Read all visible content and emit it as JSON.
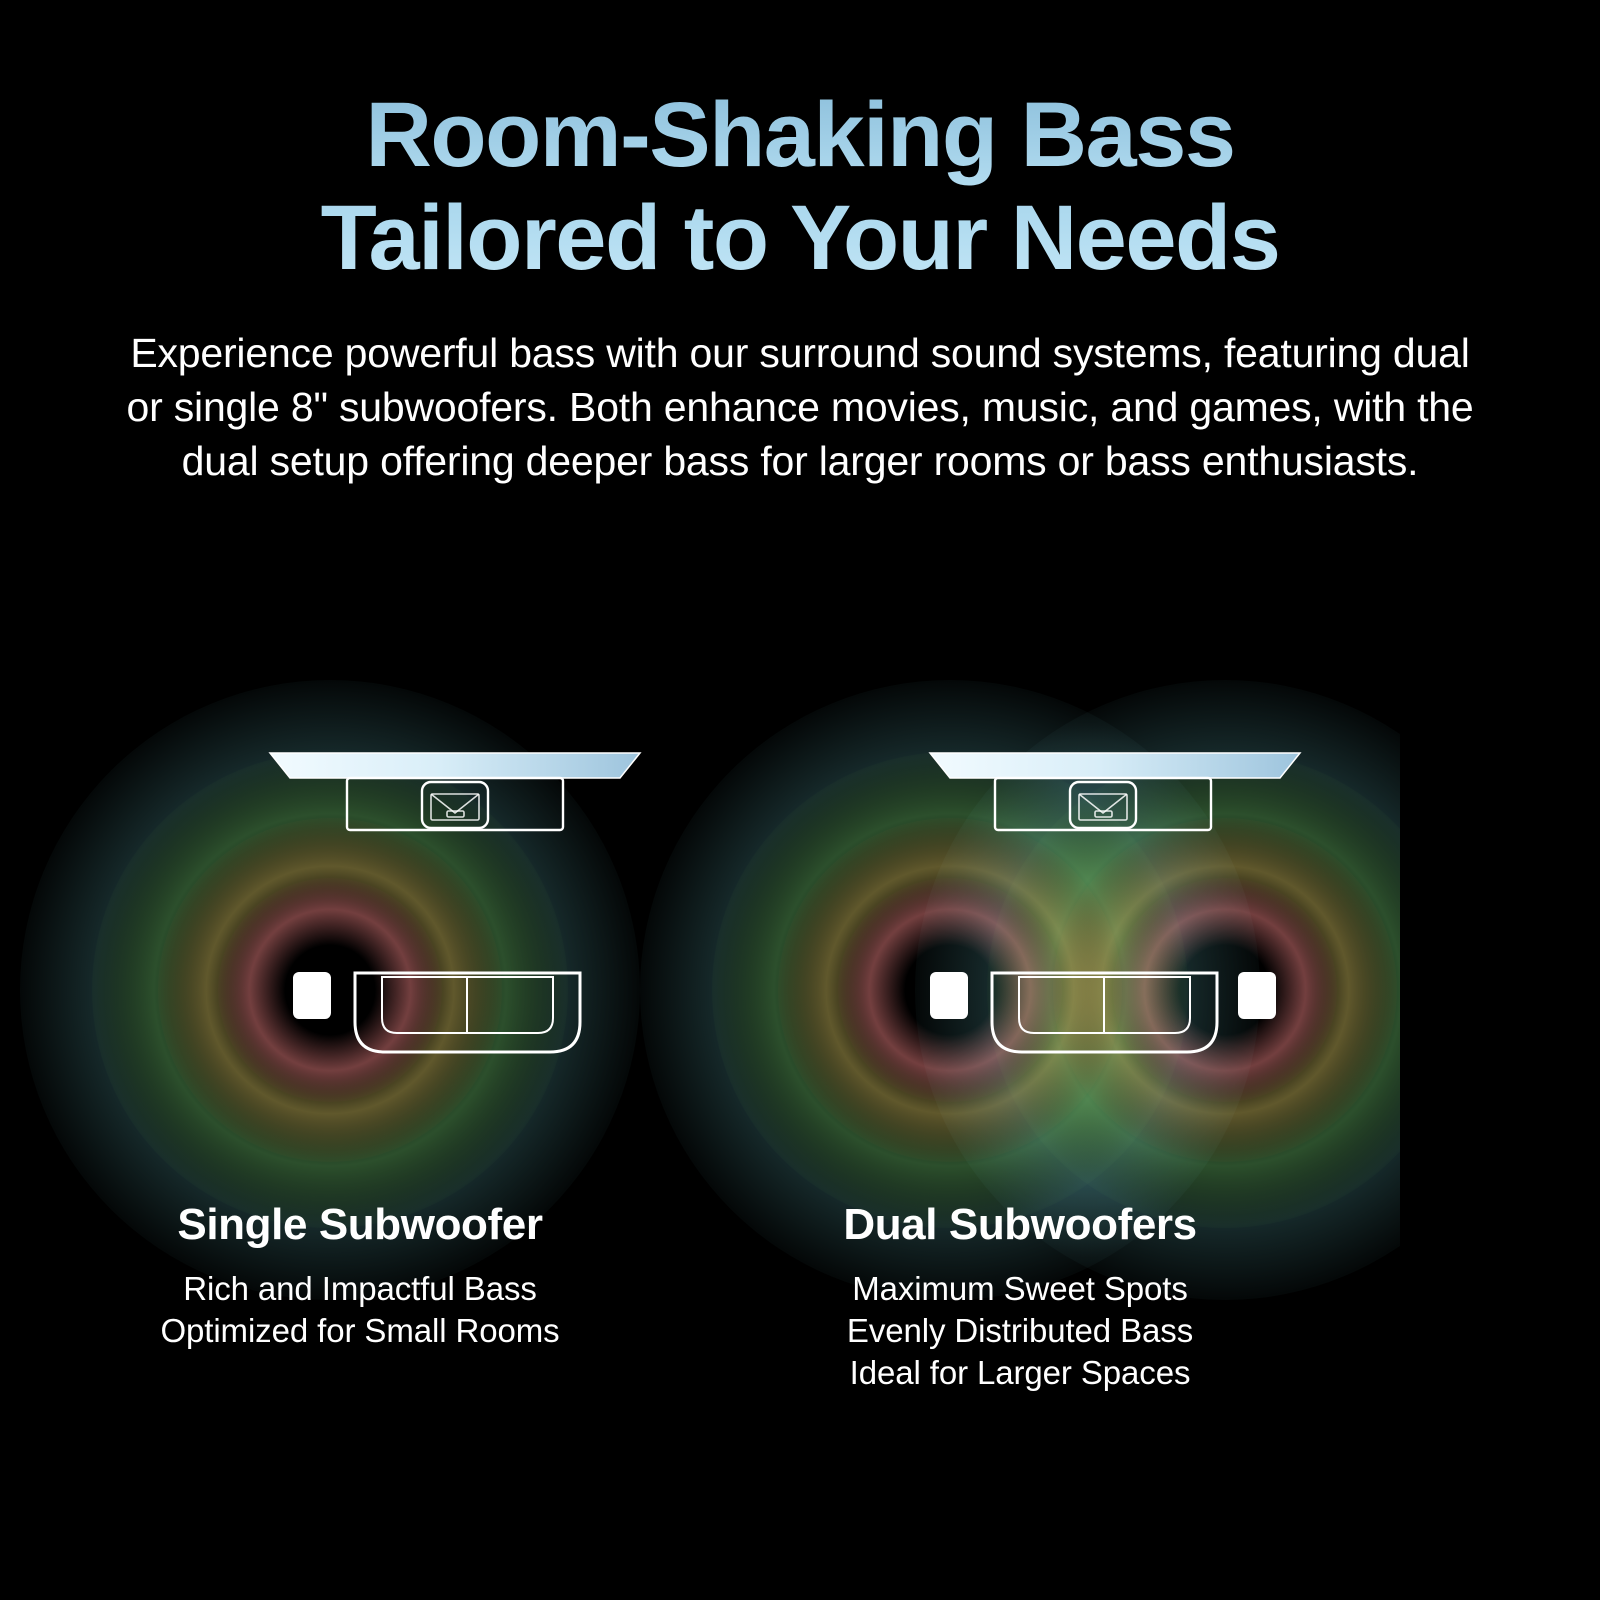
{
  "header": {
    "headline_line1": "Room-Shaking Bass",
    "headline_line2": "Tailored to Your Needs",
    "subcopy": "Experience powerful bass with our surround sound systems, featuring dual or single 8\" subwoofers. Both enhance movies, music, and games, with the dual setup offering deeper bass for larger rooms or bass enthusiasts.",
    "headline_color_top": "#8cbfdb",
    "headline_color_bottom": "#c3e6f6",
    "body_color": "#ffffff"
  },
  "background_color": "#000000",
  "diagrams": [
    {
      "id": "single-subwoofer",
      "title": "Single Subwoofer",
      "bullets": [
        "Rich and Impactful Bass",
        "Optimized for Small Rooms"
      ],
      "subwoofer_count": 1,
      "wave_rings": [
        {
          "label": "outer-teal",
          "color": "#16292a",
          "radius": 310
        },
        {
          "label": "green",
          "color": "#2c4f2c",
          "radius": 238
        },
        {
          "label": "olive",
          "color": "#60582c",
          "radius": 172
        },
        {
          "label": "maroon",
          "color": "#733f3f",
          "radius": 112
        }
      ]
    },
    {
      "id": "dual-subwoofers",
      "title": "Dual Subwoofers",
      "bullets": [
        "Maximum Sweet Spots",
        "Evenly Distributed Bass",
        "Ideal for Larger Spaces"
      ],
      "subwoofer_count": 2,
      "wave_rings": [
        {
          "label": "outer-teal",
          "color": "#16292a",
          "radius": 310
        },
        {
          "label": "green",
          "color": "#2c4f2c",
          "radius": 238
        },
        {
          "label": "olive",
          "color": "#60582c",
          "radius": 172
        },
        {
          "label": "maroon",
          "color": "#733f3f",
          "radius": 112
        }
      ]
    }
  ],
  "room_elements": {
    "tv_label": "tv-top-view",
    "media_console_label": "media-console",
    "center_speaker_label": "center-speaker",
    "sofa_label": "sofa-top-view",
    "subwoofer_label": "subwoofer",
    "tv_gradient_from": "#f2fbff",
    "tv_gradient_to": "#9dc4dd",
    "outline_color": "#ffffff",
    "subwoofer_color": "#ffffff"
  }
}
